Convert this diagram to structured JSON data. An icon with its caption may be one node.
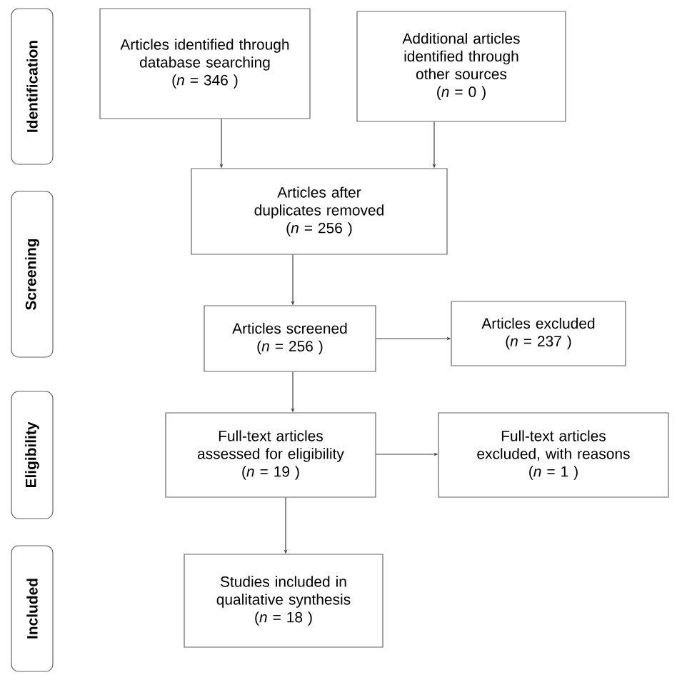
{
  "diagram": {
    "nodes": [
      {
        "text": [
          "Identification"
        ]
      },
      {
        "text": [
          "Screening"
        ]
      },
      {
        "text": [
          "Eligibility"
        ]
      },
      {
        "text": [
          "Included"
        ]
      },
      {
        "text": [
          "Articles identified through database searching",
          "(*n* = 346 )"
        ]
      },
      {
        "text": [
          "Additional articles identified through other sources",
          "(*n* = 0 )"
        ]
      },
      {
        "text": [
          "Articles after duplicates removed",
          "(*n* = 256 )"
        ]
      },
      {
        "text": [
          "Articles screened",
          "(*n* = 256 )"
        ]
      },
      {
        "text": [
          "Articles excluded",
          "(*n* = 237 )"
        ]
      },
      {
        "text": [
          "Full-text articles assessed for eligibility",
          "(*n* = 19 )"
        ]
      },
      {
        "text": [
          "Full-text articles excluded, with reasons",
          "(*n* = 1 )"
        ]
      },
      {
        "text": [
          "Studies included in qualitative synthesis",
          "(*n* = 18 )"
        ]
      }
    ],
    "edges": [
      {
        "from": 4,
        "to": 6,
        "arrow": "to"
      },
      {
        "from": 5,
        "to": 6,
        "arrow": "to"
      },
      {
        "from": 6,
        "to": 7,
        "arrow": "to"
      },
      {
        "from": 7,
        "to": 8,
        "arrow": "to"
      },
      {
        "from": 7,
        "to": 9,
        "arrow": "to"
      },
      {
        "from": 9,
        "to": 10,
        "arrow": "to"
      },
      {
        "from": 9,
        "to": 11,
        "arrow": "to"
      }
    ]
  }
}
